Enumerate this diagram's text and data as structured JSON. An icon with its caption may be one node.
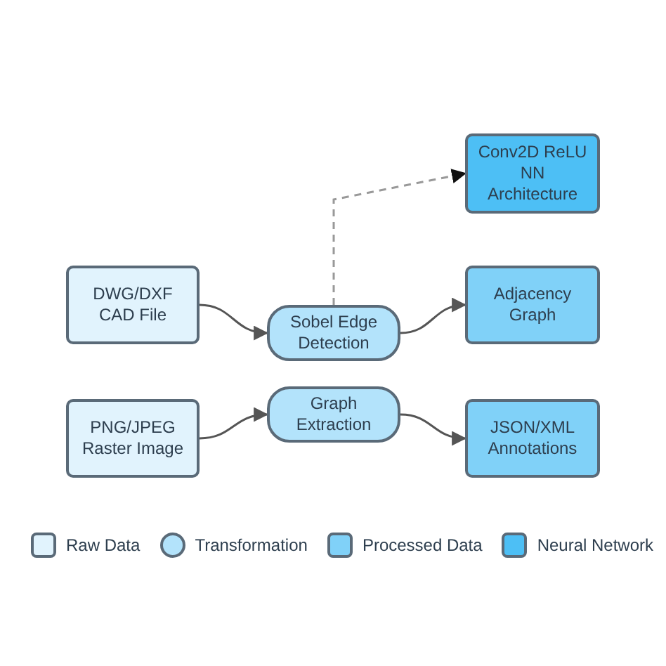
{
  "diagram": {
    "nodes": [
      {
        "text": [
          "DWG/DXF CAD File"
        ]
      },
      {
        "text": [
          "PNG/JPEG Raster Image"
        ]
      },
      {
        "text": [
          "Sobel Edge Detection"
        ]
      },
      {
        "text": [
          "Graph Extraction"
        ]
      },
      {
        "text": [
          "Conv2D ReLU NN Architecture"
        ]
      },
      {
        "text": [
          "Adjacency Graph"
        ]
      },
      {
        "text": [
          "JSON/XML Annotations"
        ]
      }
    ],
    "edges": [
      {
        "from": 0,
        "to": 2,
        "arrow": "to"
      },
      {
        "from": 1,
        "to": 3,
        "arrow": "to"
      },
      {
        "from": 2,
        "to": 5,
        "arrow": "to"
      },
      {
        "from": 3,
        "to": 6,
        "arrow": "to"
      },
      {
        "from": 2,
        "to": 4,
        "arrow": "to",
        "style": "dashed",
        "color": "#999999"
      }
    ],
    "legend": [
      {
        "text": "Raw Data",
        "color": "#e1f3fd"
      },
      {
        "text": "Transformation",
        "color": "#b3e3fb"
      },
      {
        "text": "Processed Data",
        "color": "#80d1f8"
      },
      {
        "text": "Neural Network",
        "color": "#4dbff5"
      }
    ]
  }
}
